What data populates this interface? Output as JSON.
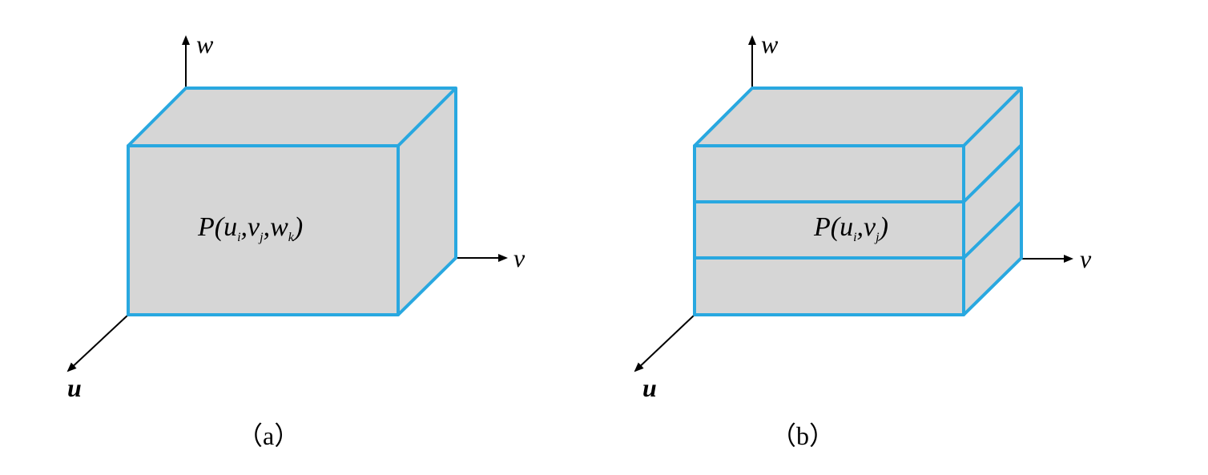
{
  "colors": {
    "edge": "#29a8e0",
    "fill": "#d6d6d6",
    "axis": "#000000",
    "background": "#ffffff"
  },
  "panels": [
    {
      "caption": "（a）",
      "axes": {
        "w": "w",
        "v": "v",
        "u": "u"
      },
      "formula": {
        "main": "P(u",
        "i": "i",
        "sep1": ",v",
        "j": "j",
        "sep2": ",w",
        "k": "k",
        "close": ")"
      },
      "layers": 1
    },
    {
      "caption": "（b）",
      "axes": {
        "w": "w",
        "v": "v",
        "u": "u"
      },
      "formula": {
        "main": "P(u",
        "i": "i",
        "sep1": ",v",
        "j": "j",
        "close": ")"
      },
      "layers": 3
    }
  ]
}
